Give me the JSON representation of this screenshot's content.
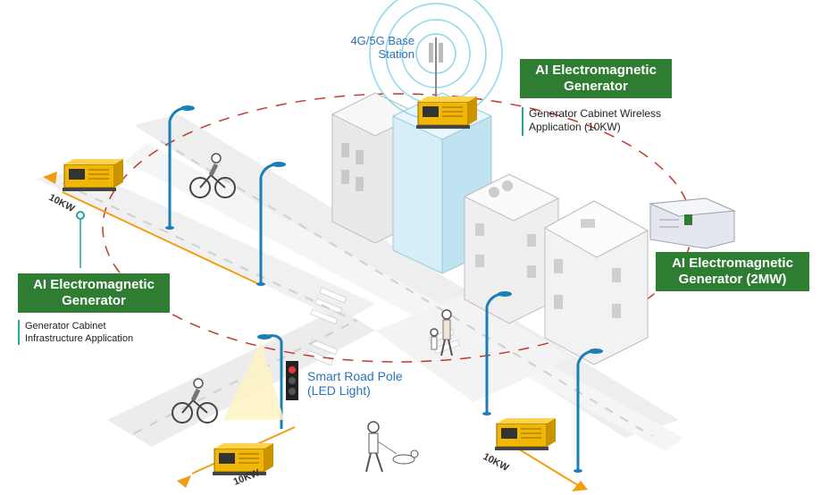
{
  "base_station": {
    "line1": "4G/5G Base",
    "line2": "Station"
  },
  "generator_top": {
    "line1": "AI Electromagnetic",
    "line2": "Generator"
  },
  "generator_top_desc": {
    "line1": "Generator Cabinet Wireless",
    "line2": "Application (10KW)"
  },
  "generator_left": {
    "line1": "AI Electromagnetic",
    "line2": "Generator"
  },
  "generator_left_desc": {
    "line1": "Generator Cabinet",
    "line2": "Infrastructure Application"
  },
  "generator_right": {
    "line1": "AI Electromagnetic",
    "line2": "Generator (2MW)"
  },
  "road_pole": {
    "line1": "Smart Road Pole",
    "line2": "(LED Light)"
  },
  "power_labels": {
    "left": "10KW",
    "bottom_left": "10KW",
    "bottom_right": "10KW"
  },
  "colors": {
    "label_green": "#2e7d32",
    "accent_blue": "#2a74b8",
    "pole_teal": "#1b7fb5",
    "power_orange": "#f39c12",
    "generator_yellow": "#f2b705",
    "dashed_red": "#c0392b"
  },
  "icons": [
    "antenna-tower-icon",
    "generator-icon",
    "street-lamp-icon",
    "cyclist-icon",
    "pedestrian-icon",
    "traffic-light-icon",
    "container-generator-icon",
    "dog-walker-icon"
  ]
}
